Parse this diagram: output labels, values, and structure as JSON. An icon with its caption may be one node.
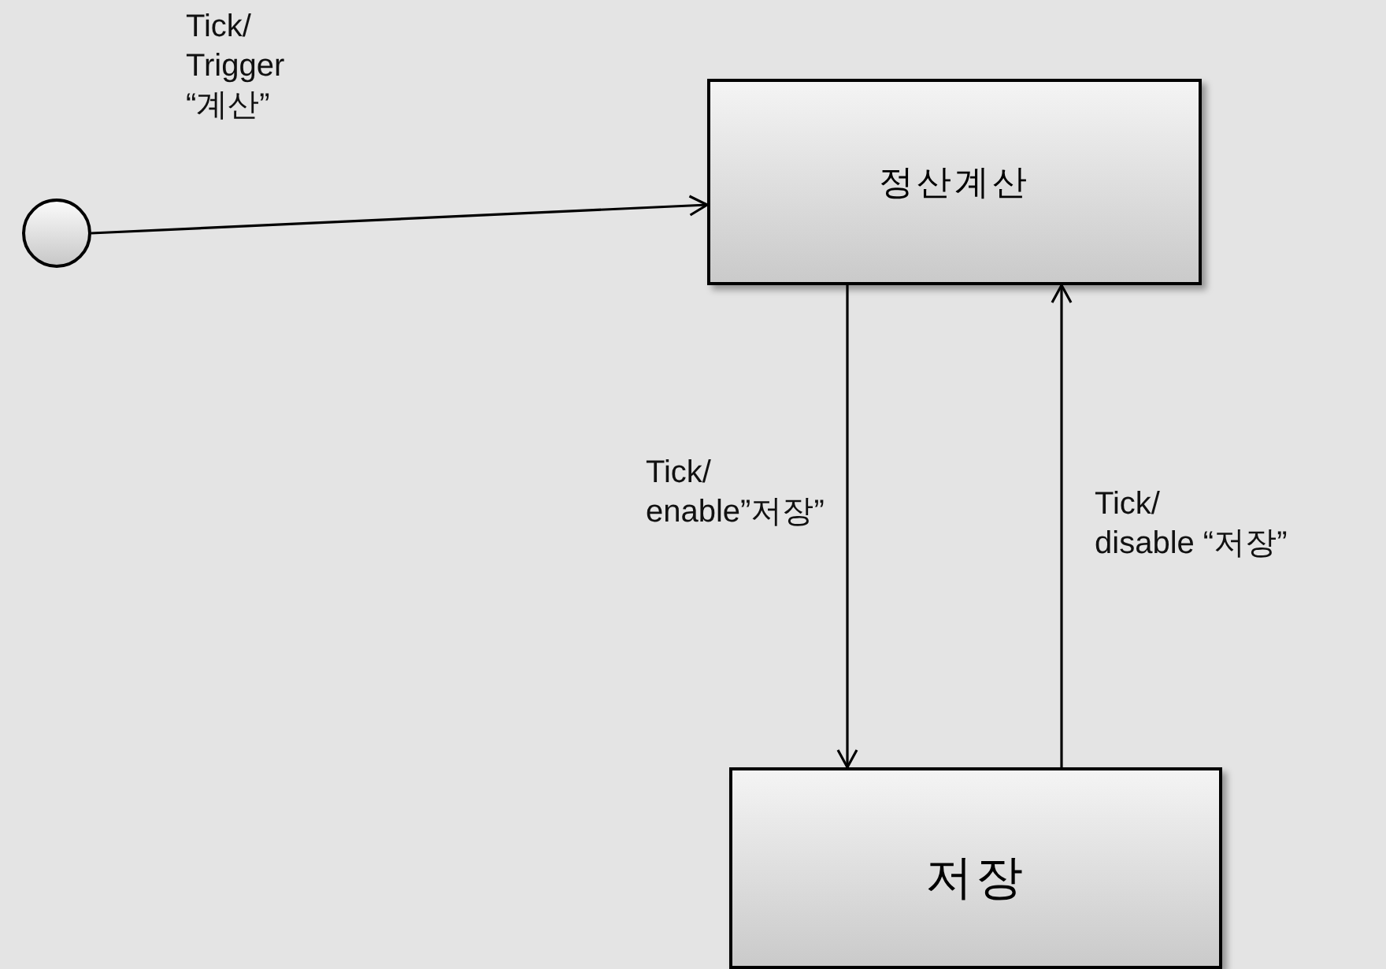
{
  "diagram": {
    "nodes": [
      {
        "text": [],
        "shape": "circle"
      },
      {
        "text": [
          "정산계산"
        ]
      },
      {
        "text": [
          "저장"
        ]
      }
    ],
    "edges": [
      {
        "from": 0,
        "to": 1,
        "arrow": "to",
        "label": "Tick/ Trigger “계산”"
      },
      {
        "from": 1,
        "to": 2,
        "arrow": "to",
        "label": "Tick/ enable”저장”"
      },
      {
        "from": 2,
        "to": 1,
        "arrow": "to",
        "label": "Tick/ disable “저장”"
      }
    ]
  }
}
